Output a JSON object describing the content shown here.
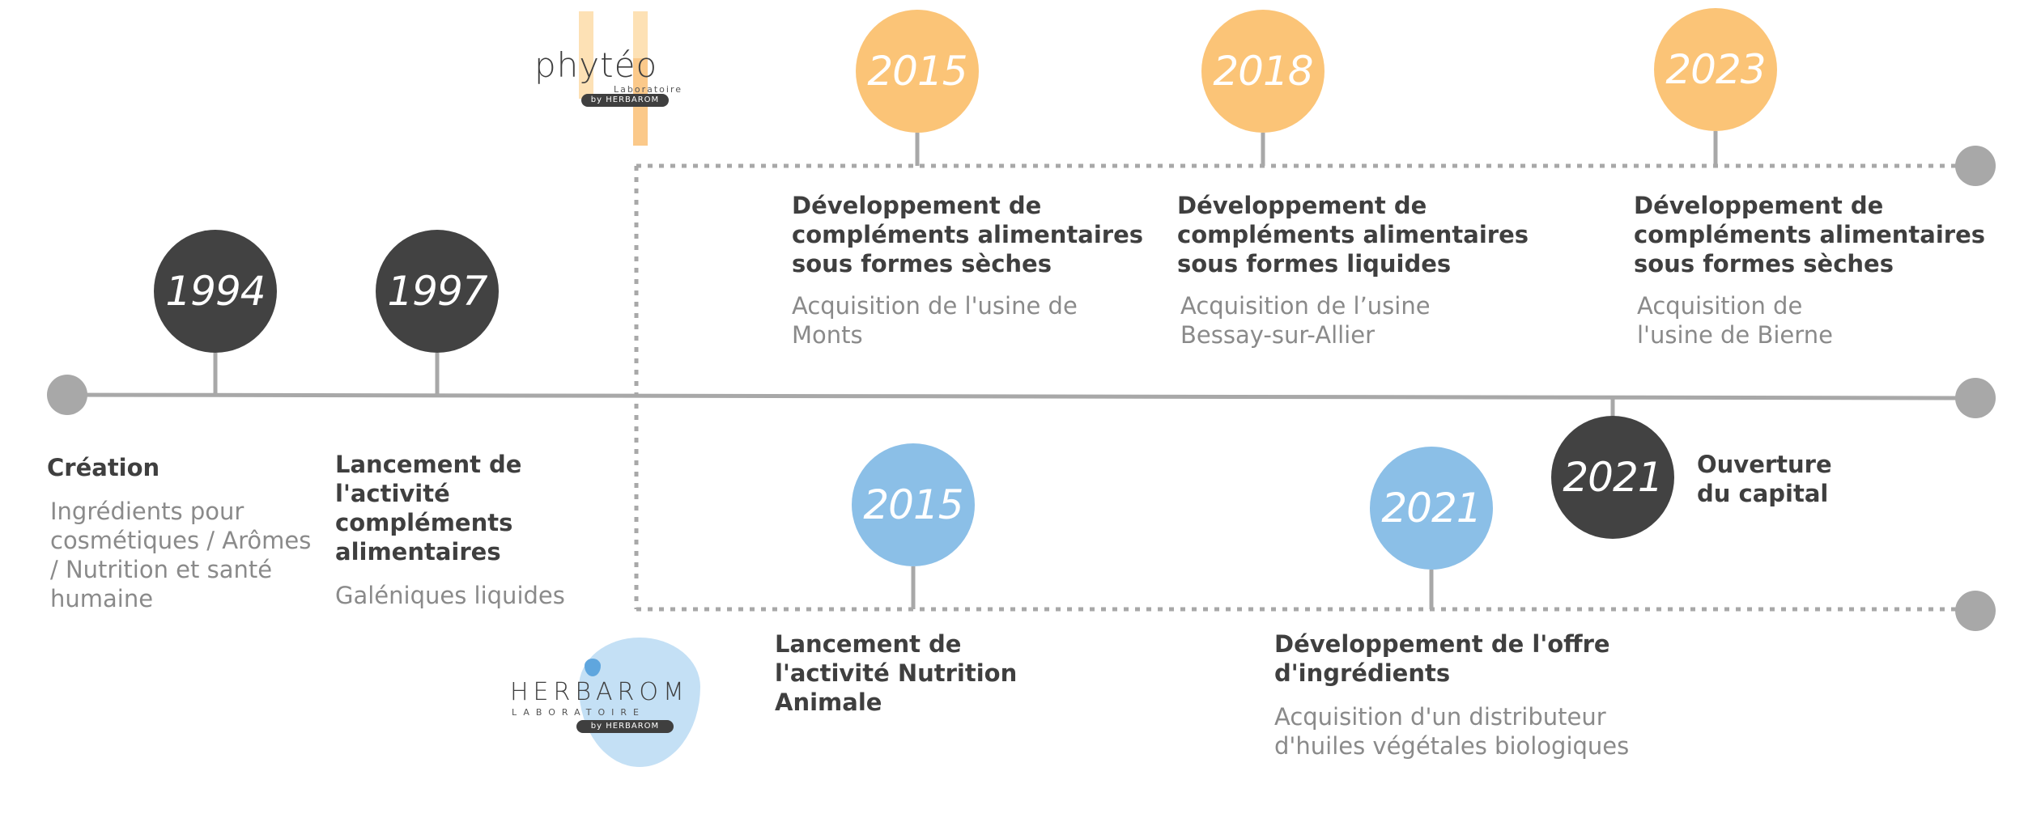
{
  "logos": {
    "phyteo": {
      "name": "phytéo",
      "sub": "Laboratoire",
      "by": "by HERBAROM"
    },
    "herbarom": {
      "name": "HERBAROM",
      "sub": "LABORATOIRE",
      "by": "by HERBAROM"
    }
  },
  "colors": {
    "dark": "#424242",
    "orange": "#fbc477",
    "blue": "#8bbfe7",
    "line": "#a8a8a8",
    "title_text": "#3f3f3f",
    "desc_text": "#8a8a8a"
  },
  "events": [
    {
      "year": "1994",
      "title": "Création",
      "desc": "Ingrédients pour cosmétiques / Arômes / Nutrition et santé humaine"
    },
    {
      "year": "1997",
      "title": "Lancement de l'activité compléments alimentaires",
      "desc": "Galéniques liquides"
    },
    {
      "year": "2015",
      "title": "Développement de compléments alimentaires sous formes sèches",
      "desc": "Acquisition de l'usine de Monts"
    },
    {
      "year": "2018",
      "title": "Développement de compléments alimentaires sous formes liquides",
      "desc": "Acquisition de l’usine Bessay-sur-Allier"
    },
    {
      "year": "2023",
      "title": "Développement de compléments alimentaires sous formes sèches",
      "desc": "Acquisition de l'usine de Bierne"
    },
    {
      "year": "2015",
      "title": "Lancement de l'activité Nutrition Animale",
      "desc": ""
    },
    {
      "year": "2021",
      "title": "Développement de l'offre d'ingrédients",
      "desc": "Acquisition d'un distributeur d'huiles végétales biologiques"
    },
    {
      "year": "2021",
      "title": "Ouverture du capital",
      "desc": ""
    }
  ]
}
